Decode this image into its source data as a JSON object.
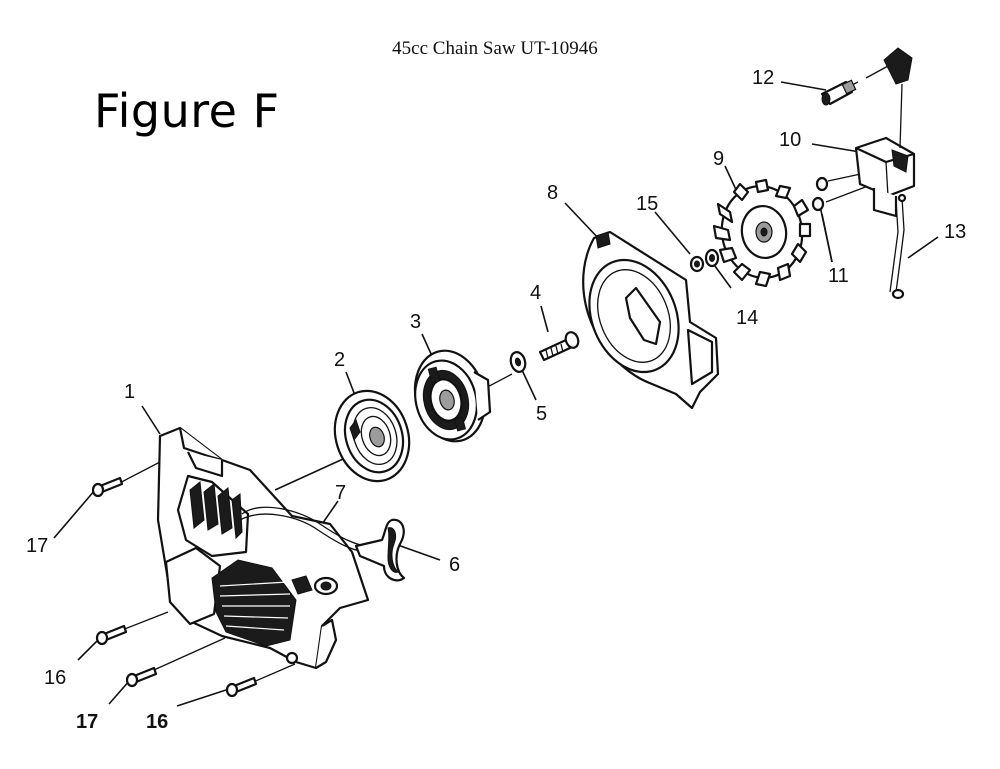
{
  "header": {
    "doc_title": "45cc Chain Saw UT-10946"
  },
  "figure": {
    "title": "Figure F"
  },
  "callouts": [
    {
      "id": "c1",
      "label": "1",
      "bold": false
    },
    {
      "id": "c2",
      "label": "2",
      "bold": false
    },
    {
      "id": "c3",
      "label": "3",
      "bold": false
    },
    {
      "id": "c4",
      "label": "4",
      "bold": false
    },
    {
      "id": "c5",
      "label": "5",
      "bold": false
    },
    {
      "id": "c6",
      "label": "6",
      "bold": false
    },
    {
      "id": "c7",
      "label": "7",
      "bold": false
    },
    {
      "id": "c8",
      "label": "8",
      "bold": false
    },
    {
      "id": "c9",
      "label": "9",
      "bold": false
    },
    {
      "id": "c10",
      "label": "10",
      "bold": false
    },
    {
      "id": "c11",
      "label": "11",
      "bold": false
    },
    {
      "id": "c12",
      "label": "12",
      "bold": false
    },
    {
      "id": "c13",
      "label": "13",
      "bold": false
    },
    {
      "id": "c14",
      "label": "14",
      "bold": false
    },
    {
      "id": "c15",
      "label": "15",
      "bold": false
    },
    {
      "id": "c16a",
      "label": "16",
      "bold": false
    },
    {
      "id": "c16b",
      "label": "16",
      "bold": true
    },
    {
      "id": "c17a",
      "label": "17",
      "bold": false
    },
    {
      "id": "c17b",
      "label": "17",
      "bold": true
    }
  ]
}
